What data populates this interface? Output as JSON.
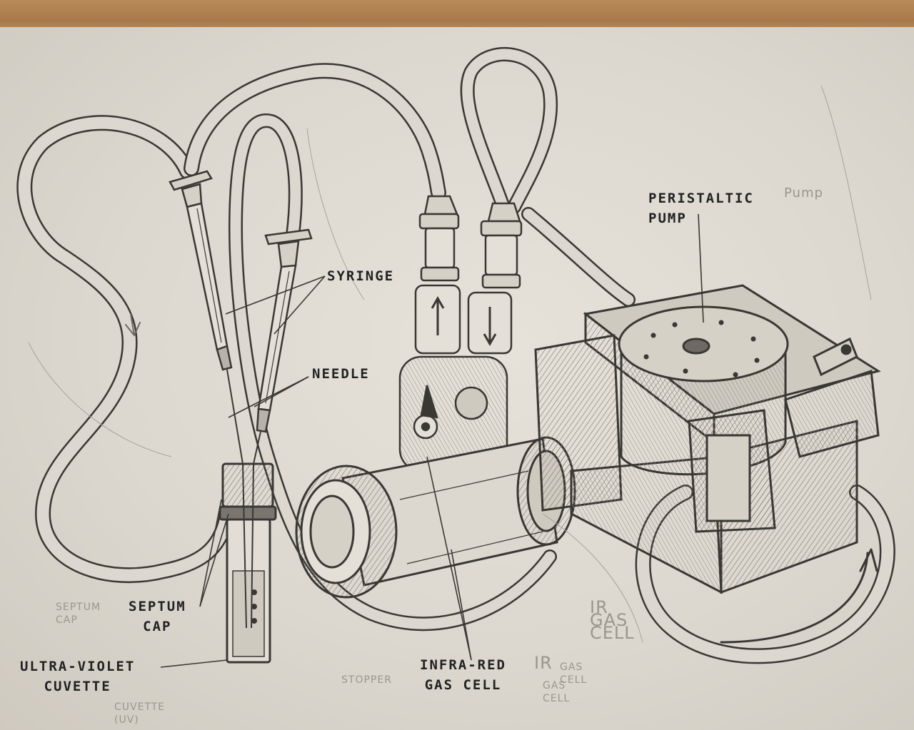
{
  "labels": {
    "peristaltic_pump": "PERISTALTIC\nPUMP",
    "syringe": "SYRINGE",
    "needle": "NEEDLE",
    "septum_cap": "SEPTUM\nCAP",
    "ultra_violet_cuvette": "ULTRA-VIOLET\nCUVETTE",
    "infra_red_gas_cell": "INFRA-RED\nGAS CELL"
  },
  "faint_notes": {
    "pump": "Pump",
    "septum_cap": "SEPTUM\nCAP",
    "cuvette_uv": "CUVETTE\n(UV)",
    "stopper": "STOPPER",
    "ir": "IR",
    "gas_cell_1": "GAS\nCELL",
    "gas_cell_2": "GAS\nCELL",
    "ir_gas_cell": "IR\nGAS\nCELL"
  },
  "colors": {
    "graphite": "#3a3834",
    "graphite_light": "#6e6a63",
    "shade": "#b8b3aa",
    "paper": "#dcd8cf",
    "wood": "#b0814f"
  }
}
